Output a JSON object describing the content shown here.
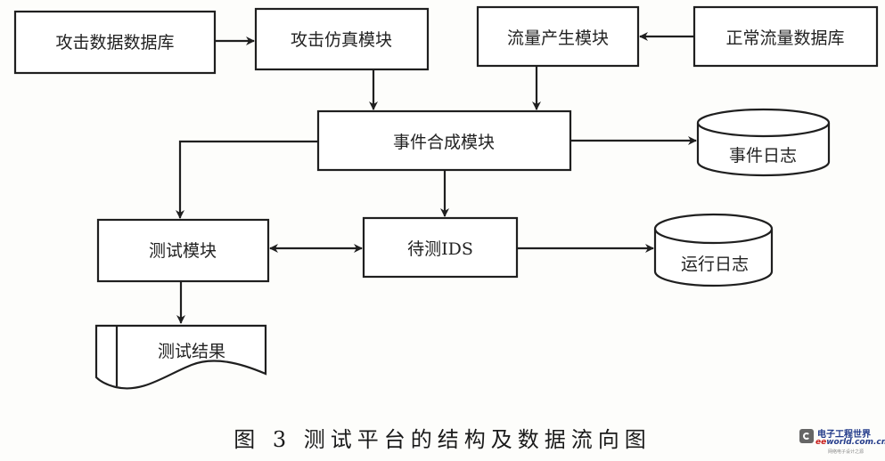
{
  "diagram": {
    "nodes": {
      "attack_db": {
        "label": "攻击数据数据库",
        "shape": "rectangle"
      },
      "attack_sim": {
        "label": "攻击仿真模块",
        "shape": "rectangle"
      },
      "traffic_gen": {
        "label": "流量产生模块",
        "shape": "rectangle"
      },
      "normal_db": {
        "label": "正常流量数据库",
        "shape": "rectangle"
      },
      "event_synth": {
        "label": "事件合成模块",
        "shape": "rectangle"
      },
      "event_log": {
        "label": "事件日志",
        "shape": "cylinder"
      },
      "test_module": {
        "label": "测试模块",
        "shape": "rectangle"
      },
      "ids_under_test": {
        "label": "待测IDS",
        "shape": "rectangle"
      },
      "run_log": {
        "label": "运行日志",
        "shape": "cylinder"
      },
      "test_result": {
        "label": "测试结果",
        "shape": "document"
      }
    },
    "edges": [
      {
        "from": "attack_db",
        "to": "attack_sim",
        "direction": "forward"
      },
      {
        "from": "normal_db",
        "to": "traffic_gen",
        "direction": "forward"
      },
      {
        "from": "attack_sim",
        "to": "event_synth",
        "direction": "forward"
      },
      {
        "from": "traffic_gen",
        "to": "event_synth",
        "direction": "forward"
      },
      {
        "from": "event_synth",
        "to": "event_log",
        "direction": "forward"
      },
      {
        "from": "event_synth",
        "to": "test_module",
        "direction": "forward"
      },
      {
        "from": "event_synth",
        "to": "ids_under_test",
        "direction": "forward"
      },
      {
        "from": "test_module",
        "to": "ids_under_test",
        "direction": "bidirectional"
      },
      {
        "from": "ids_under_test",
        "to": "run_log",
        "direction": "forward"
      },
      {
        "from": "test_module",
        "to": "test_result",
        "direction": "forward"
      }
    ]
  },
  "caption": "图 3  测试平台的结构及数据流向图",
  "watermark": {
    "name_cn": "电子工程世界",
    "site_prefix": "ee",
    "site_rest": "world.com.cn",
    "tagline": "网络电子设计之源"
  }
}
